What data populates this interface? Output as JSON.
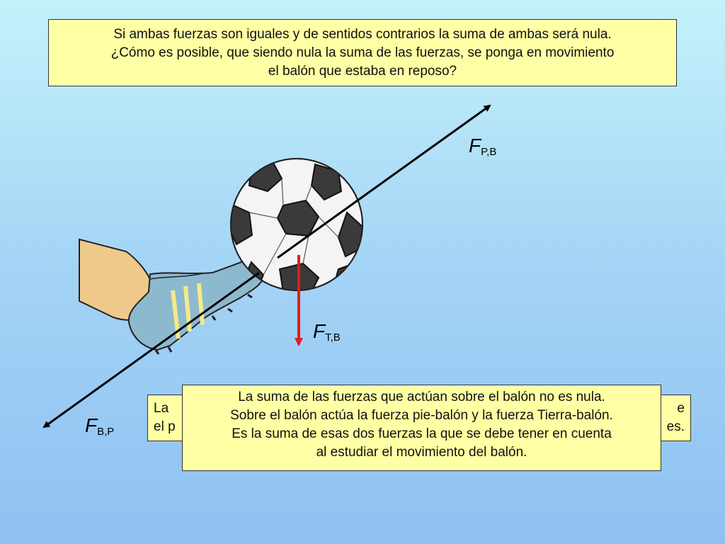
{
  "question": {
    "lines": [
      "Si ambas fuerzas son iguales y de sentidos contrarios la suma de ambas será nula.",
      "¿Cómo es posible, que siendo nula la suma de las fuerzas, se ponga en movimiento",
      "el balón que estaba en reposo?"
    ]
  },
  "hidden_box": {
    "line1_left": "La",
    "line1_right": "e",
    "line2_left": "el p",
    "line2_right": "es."
  },
  "answer": {
    "lines": [
      "La suma de las fuerzas que actúan sobre el balón no es nula.",
      "Sobre el balón actúa la fuerza pie-balón y la fuerza Tierra-balón.",
      "Es la suma de esas dos fuerzas la que se debe tener en cuenta",
      "al estudiar el movimiento del balón."
    ]
  },
  "forces": {
    "pb": {
      "symbol": "F",
      "subscript": "P,B"
    },
    "tb": {
      "symbol": "F",
      "subscript": "T,B"
    },
    "bp": {
      "symbol": "F",
      "subscript": "B,P"
    }
  },
  "colors": {
    "box_fill": "#ffffa5",
    "arrow_black": "#000000",
    "arrow_red": "#e31b1b",
    "skin": "#eec98a",
    "boot": "#8db9cf"
  }
}
